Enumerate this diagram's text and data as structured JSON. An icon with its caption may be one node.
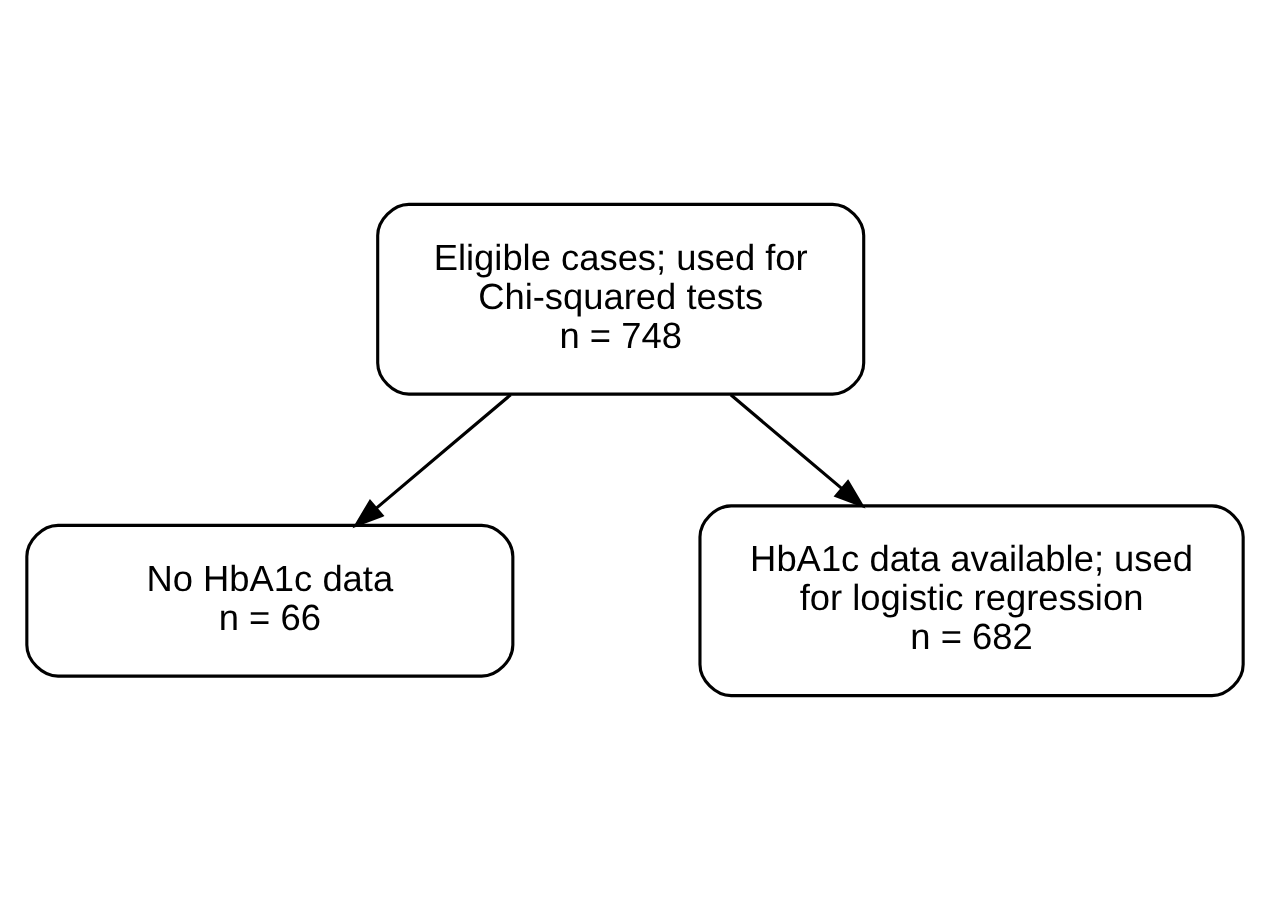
{
  "diagram": {
    "nodes": [
      {
        "text": [
          "Eligible cases; used for Chi-squared tests",
          "n = 748"
        ]
      },
      {
        "text": [
          "No HbA1c data",
          "n = 66"
        ]
      },
      {
        "text": [
          "HbA1c data available; used for logistic regression",
          "n = 682"
        ]
      }
    ],
    "edges": [
      {
        "from": 0,
        "to": 1,
        "arrow": "to"
      },
      {
        "from": 0,
        "to": 2,
        "arrow": "to"
      }
    ]
  }
}
